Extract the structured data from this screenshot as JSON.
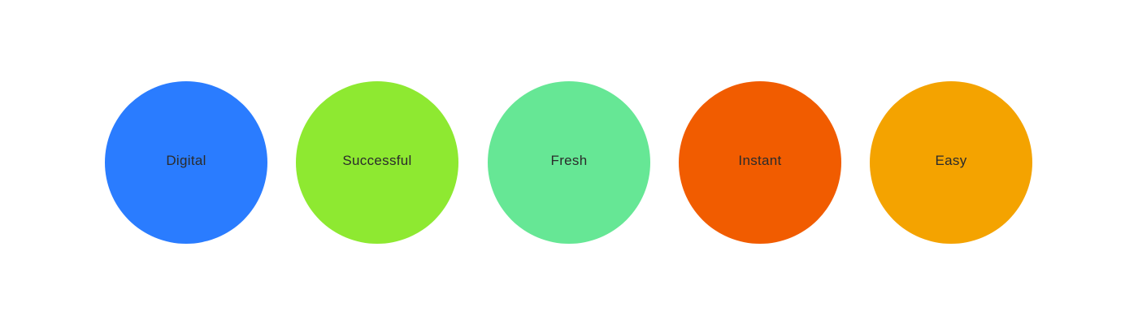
{
  "circles": [
    {
      "label": "Digital",
      "color": "#2a7cff"
    },
    {
      "label": "Successful",
      "color": "#8ee931"
    },
    {
      "label": "Fresh",
      "color": "#66e795"
    },
    {
      "label": "Instant",
      "color": "#f15c00"
    },
    {
      "label": "Easy",
      "color": "#f4a300"
    }
  ]
}
